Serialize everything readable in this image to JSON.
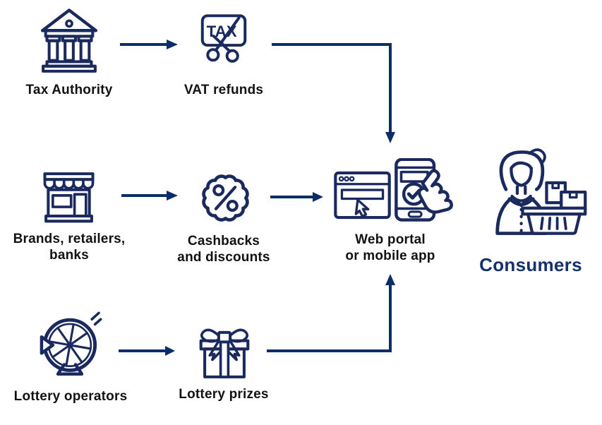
{
  "palette": {
    "icon_navy": "#1b2a5e",
    "arrow_blue": "#0c2d68",
    "label_black": "#121212",
    "consumers_blue": "#17316d",
    "background": "#ffffff"
  },
  "nodes": {
    "tax_authority": {
      "label": "Tax Authority",
      "icon": "bank"
    },
    "vat_refunds": {
      "label": "VAT refunds",
      "icon": "tax-sign-with-scissors",
      "sign_text": "TAX"
    },
    "brands": {
      "label_line1": "Brands, retailers,",
      "label_line2": "banks",
      "icon": "storefront"
    },
    "cashbacks": {
      "label_line1": "Cashbacks",
      "label_line2": "and discounts",
      "icon": "percent-badge"
    },
    "lottery_operators": {
      "label": "Lottery operators",
      "icon": "prize-wheel"
    },
    "lottery_prizes": {
      "label": "Lottery prizes",
      "icon": "gift-box"
    },
    "hub": {
      "label_line1": "Web portal",
      "label_line2": "or mobile app",
      "icon": "browser-window-and-mobile-phone"
    },
    "consumers": {
      "label": "Consumers",
      "icon": "shopper-with-basket"
    }
  },
  "connections": [
    {
      "from": "Tax Authority",
      "to": "VAT refunds"
    },
    {
      "from": "VAT refunds",
      "to": "Web portal or mobile app"
    },
    {
      "from": "Brands, retailers, banks",
      "to": "Cashbacks and discounts"
    },
    {
      "from": "Cashbacks and discounts",
      "to": "Web portal or mobile app"
    },
    {
      "from": "Lottery operators",
      "to": "Lottery prizes"
    },
    {
      "from": "Lottery prizes",
      "to": "Web portal or mobile app"
    }
  ]
}
